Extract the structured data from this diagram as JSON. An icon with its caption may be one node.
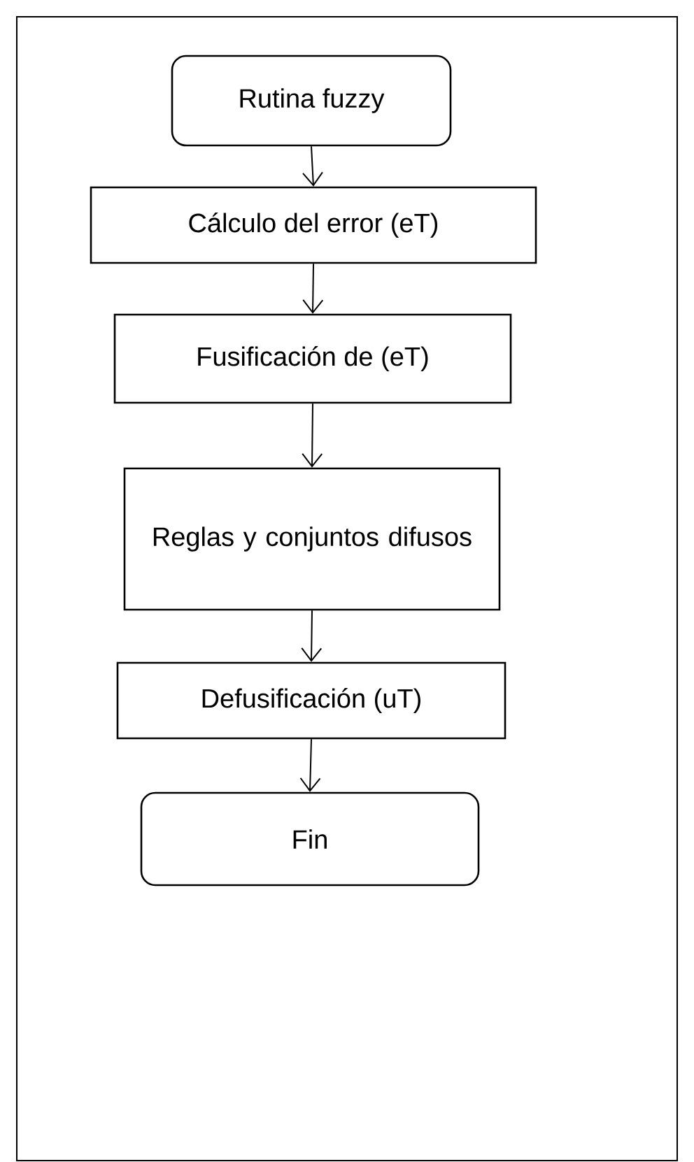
{
  "diagram": {
    "nodes": [
      {
        "text": [
          "Rutina fuzzy"
        ]
      },
      {
        "text": [
          "Cálculo del error (eT)"
        ]
      },
      {
        "text": [
          "Fusificación de (eT)"
        ]
      },
      {
        "text": [
          "Reglas y conjuntos difusos"
        ]
      },
      {
        "text": [
          "Defusificación (uT)"
        ]
      },
      {
        "text": [
          "Fin"
        ]
      }
    ],
    "edges": [
      {
        "from": 0,
        "to": 1,
        "arrow": "to"
      },
      {
        "from": 1,
        "to": 2,
        "arrow": "to"
      },
      {
        "from": 2,
        "to": 3,
        "arrow": "to"
      },
      {
        "from": 3,
        "to": 4,
        "arrow": "to"
      },
      {
        "from": 4,
        "to": 5,
        "arrow": "to"
      }
    ]
  }
}
